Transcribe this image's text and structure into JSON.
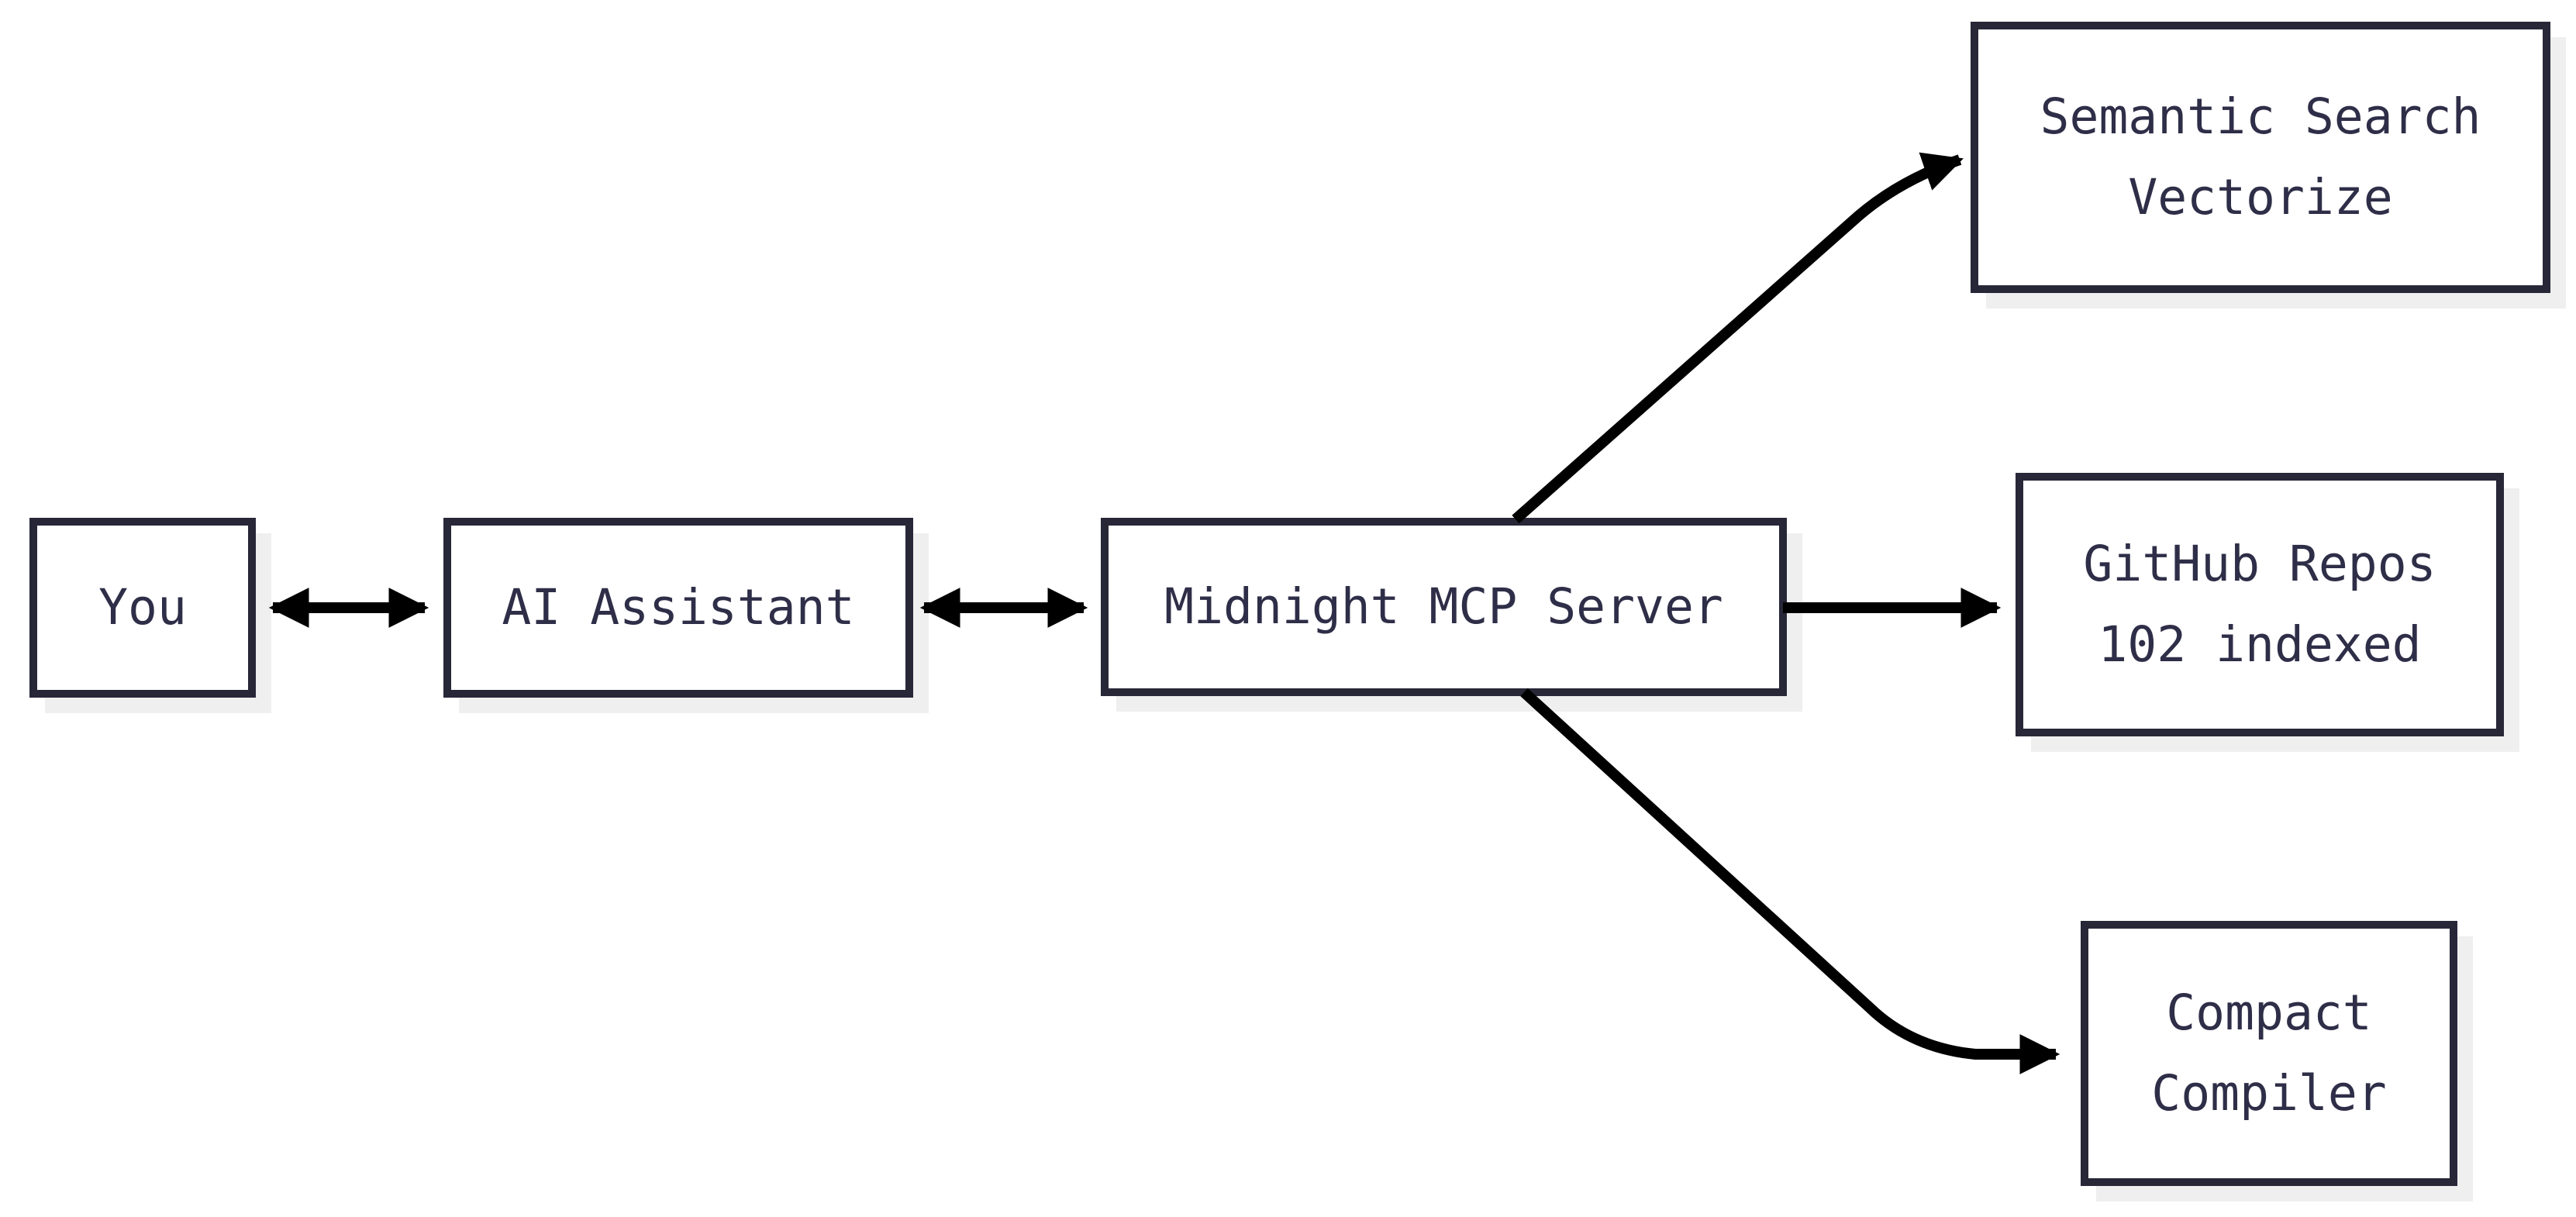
{
  "diagram": {
    "background_color": "#ffffff",
    "colors": {
      "node_border": "#272738",
      "node_fill": "#ffffff",
      "node_text": "#2e2e48",
      "node_shadow": "#efefef",
      "arrow": "#000000"
    },
    "nodes": {
      "you": {
        "label": "You"
      },
      "ai_assistant": {
        "label": "AI Assistant"
      },
      "mcp_server": {
        "label": "Midnight MCP Server"
      },
      "semantic_search": {
        "line1": "Semantic Search",
        "line2": "Vectorize"
      },
      "github_repos": {
        "line1": "GitHub Repos",
        "line2": "102 indexed"
      },
      "compact_compiler": {
        "line1": "Compact",
        "line2": "Compiler"
      }
    },
    "edges": [
      {
        "from": "you",
        "to": "ai_assistant",
        "direction": "bidirectional"
      },
      {
        "from": "ai_assistant",
        "to": "mcp_server",
        "direction": "bidirectional"
      },
      {
        "from": "mcp_server",
        "to": "semantic_search",
        "direction": "forward"
      },
      {
        "from": "mcp_server",
        "to": "github_repos",
        "direction": "forward"
      },
      {
        "from": "mcp_server",
        "to": "compact_compiler",
        "direction": "forward"
      }
    ]
  }
}
